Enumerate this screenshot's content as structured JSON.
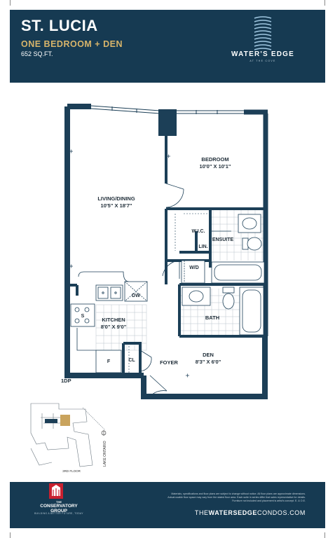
{
  "header": {
    "unit_name": "ST. LUCIA",
    "unit_type": "ONE BEDROOM + DEN",
    "area": "652 SQ.FT.",
    "brand_name": "WATER'S EDGE",
    "brand_tagline": "AT THE COVE"
  },
  "rooms": {
    "living_name": "LIVING/DINING",
    "living_size": "10'5\" X 18'7\"",
    "bedroom_name": "BEDROOM",
    "bedroom_size": "10'0\" X 10'1\"",
    "wic": "W.I.C.",
    "lin": "LIN.",
    "ensuite": "ENSUITE",
    "wd": "W/D",
    "dw": "DW",
    "bath": "BATH",
    "stove": "S",
    "kitchen_name": "KITCHEN",
    "kitchen_size": "8'0\" X 9'0\"",
    "fridge": "F",
    "closet": "CL",
    "foyer": "FOYER",
    "den_name": "DEN",
    "den_size": "8'3\" X 6'0\"",
    "unit_code": "1DP"
  },
  "keyplan": {
    "floor": "3RD FLOOR",
    "lake": "LAKE ONTARIO"
  },
  "footer": {
    "developer_line1": "THE",
    "developer_line2": "CONSERVATORY",
    "developer_line3": "GROUP",
    "developer_tagline": "BUILDING A BETTER FUTURE, TODAY",
    "disclaimer": "Materials, specifications and floor plans are subject to change without notice. All floor plans are approximate dimensions. Actual usable floor space may vary from the stated floor area. Each suite in series differ that sales representative for details. Furniture not included and placement is artist's concept. E. & O.E.",
    "website_prefix": "THE",
    "website_bold": "WATERSEDGE",
    "website_suffix": "CONDOS.COM"
  },
  "colors": {
    "navy": "#163a52",
    "gold": "#d7b46a",
    "wall": "#1c3f57",
    "highlight": "#c9a35d"
  }
}
